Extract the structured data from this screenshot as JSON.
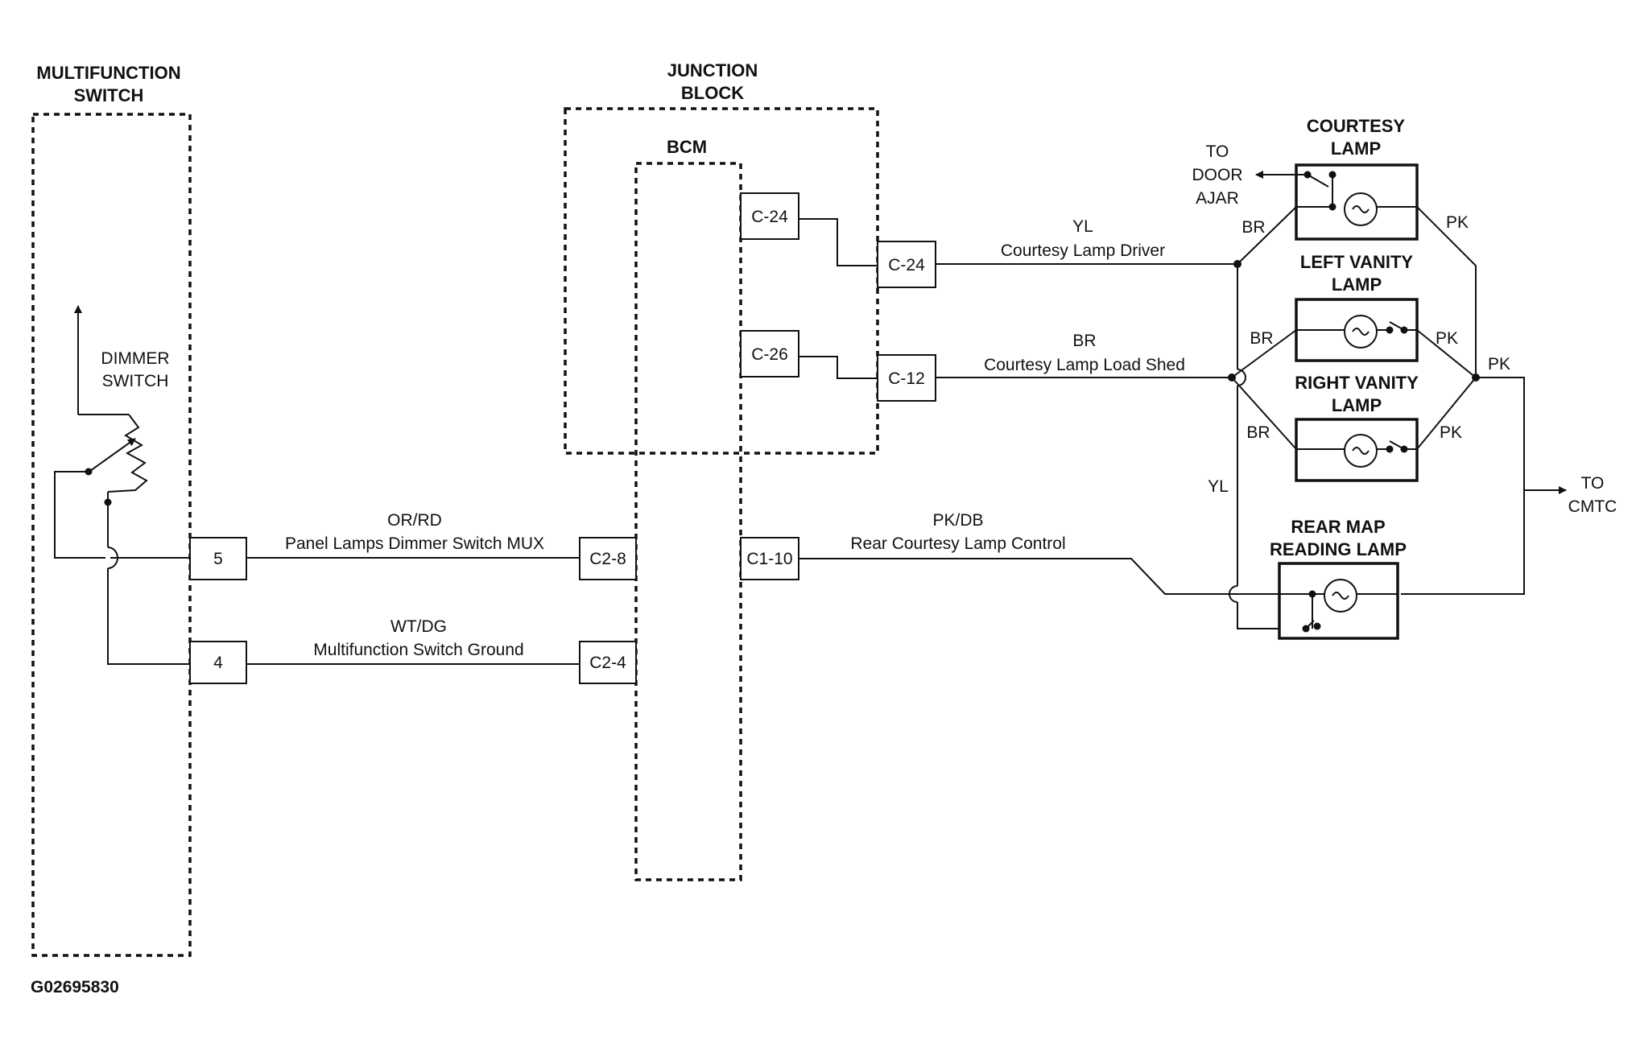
{
  "components": {
    "multifunction_switch": [
      "MULTIFUNCTION",
      "SWITCH"
    ],
    "dimmer_switch": [
      "DIMMER",
      "SWITCH"
    ],
    "junction_block": [
      "JUNCTION",
      "BLOCK"
    ],
    "bcm": "BCM",
    "courtesy_lamp": [
      "COURTESY",
      "LAMP"
    ],
    "left_vanity_lamp": [
      "LEFT VANITY",
      "LAMP"
    ],
    "right_vanity_lamp": [
      "RIGHT VANITY",
      "LAMP"
    ],
    "rear_map_reading_lamp": [
      "REAR MAP",
      "READING LAMP"
    ]
  },
  "connectors": {
    "bcm_c24": "C-24",
    "bcm_c26": "C-26",
    "jb_c24": "C-24",
    "jb_c12": "C-12",
    "bcm_c2_8": "C2-8",
    "bcm_c2_4": "C2-4",
    "bcm_c1_10": "C1-10",
    "mfs_pin5": "5",
    "mfs_pin4": "4"
  },
  "circuits": {
    "courtesy_driver": {
      "color": "YL",
      "name": "Courtesy Lamp Driver"
    },
    "load_shed": {
      "color": "BR",
      "name": "Courtesy Lamp Load Shed"
    },
    "dimmer_mux": {
      "color": "OR/RD",
      "name": "Panel Lamps Dimmer Switch MUX"
    },
    "mfs_ground": {
      "color": "WT/DG",
      "name": "Multifunction Switch Ground"
    },
    "rear_courtesy": {
      "color": "PK/DB",
      "name": "Rear Courtesy Lamp Control"
    }
  },
  "wire_colors": {
    "br_courtesy": "BR",
    "pk_courtesy": "PK",
    "br_left": "BR",
    "pk_left": "PK",
    "br_right": "BR",
    "pk_right": "PK",
    "pk_bus": "PK",
    "yl_vertical": "YL"
  },
  "destinations": {
    "door_ajar": [
      "TO",
      "DOOR",
      "AJAR"
    ],
    "cmtc": [
      "TO",
      "CMTC"
    ]
  },
  "figure_id": "G02695830"
}
